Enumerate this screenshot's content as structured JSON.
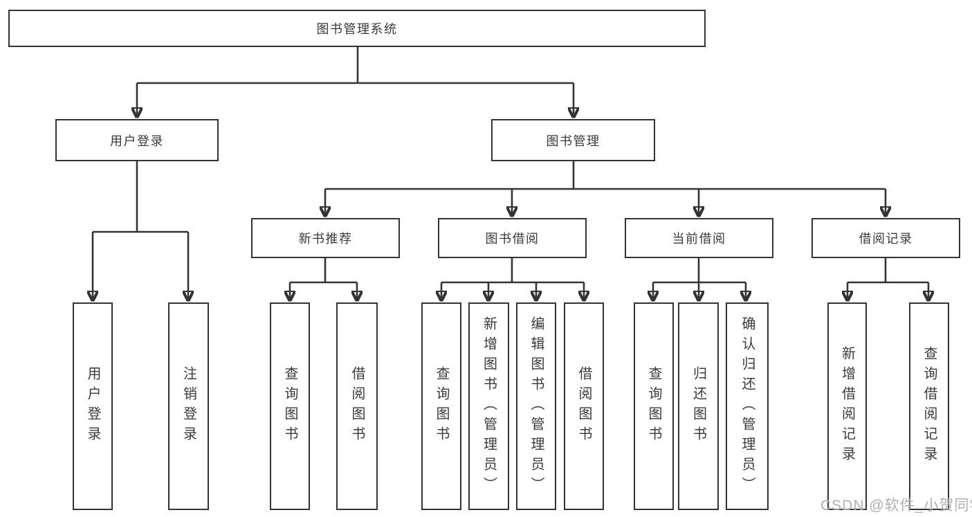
{
  "tree": {
    "label": "图书管理系统",
    "children": [
      {
        "label": "用户登录",
        "children": [
          {
            "label": "用户登录"
          },
          {
            "label": "注销登录"
          }
        ]
      },
      {
        "label": "图书管理",
        "children": [
          {
            "label": "新书推荐",
            "children": [
              {
                "label": "查询图书"
              },
              {
                "label": "借阅图书"
              }
            ]
          },
          {
            "label": "图书借阅",
            "children": [
              {
                "label": "查询图书"
              },
              {
                "label": "新增图书（管理员）"
              },
              {
                "label": "编辑图书（管理员）"
              },
              {
                "label": "借阅图书"
              }
            ]
          },
          {
            "label": "当前借阅",
            "children": [
              {
                "label": "查询图书"
              },
              {
                "label": "归还图书"
              },
              {
                "label": "确认归还（管理员）"
              }
            ]
          },
          {
            "label": "借阅记录",
            "children": [
              {
                "label": "新增借阅记录"
              },
              {
                "label": "查询借阅记录"
              }
            ]
          }
        ]
      }
    ]
  },
  "watermark": "CSDN @软件_小贺同学",
  "colors": {
    "line": "#333333",
    "box_border": "#333333",
    "box_background": "#ffffff",
    "text": "#3a3a3a",
    "watermark": "#a9a9a9"
  }
}
